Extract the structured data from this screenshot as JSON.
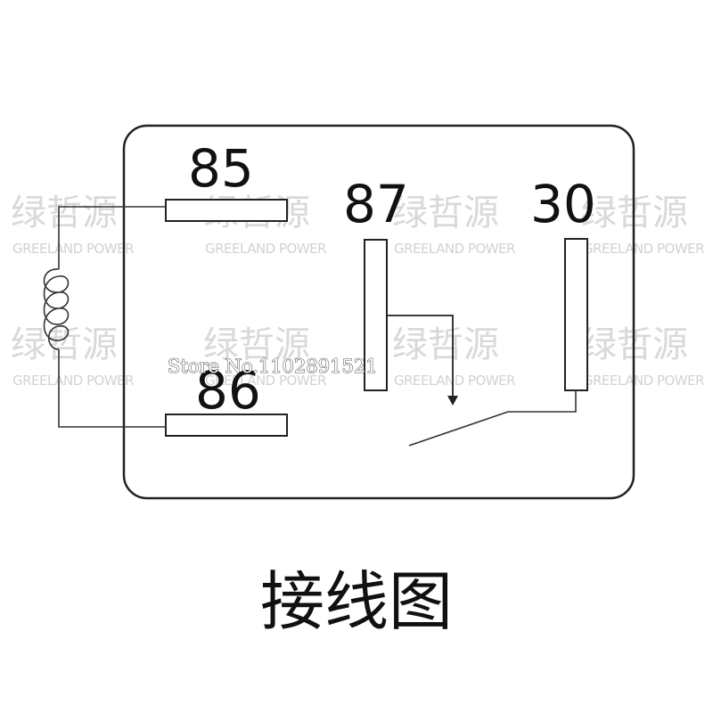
{
  "pins": {
    "p85": "85",
    "p86": "86",
    "p87": "87",
    "p30": "30"
  },
  "watermark": {
    "cn": "绿哲源",
    "en": "GREELAND POWER"
  },
  "store_label": "Store No.1102891521",
  "caption": "接线图"
}
